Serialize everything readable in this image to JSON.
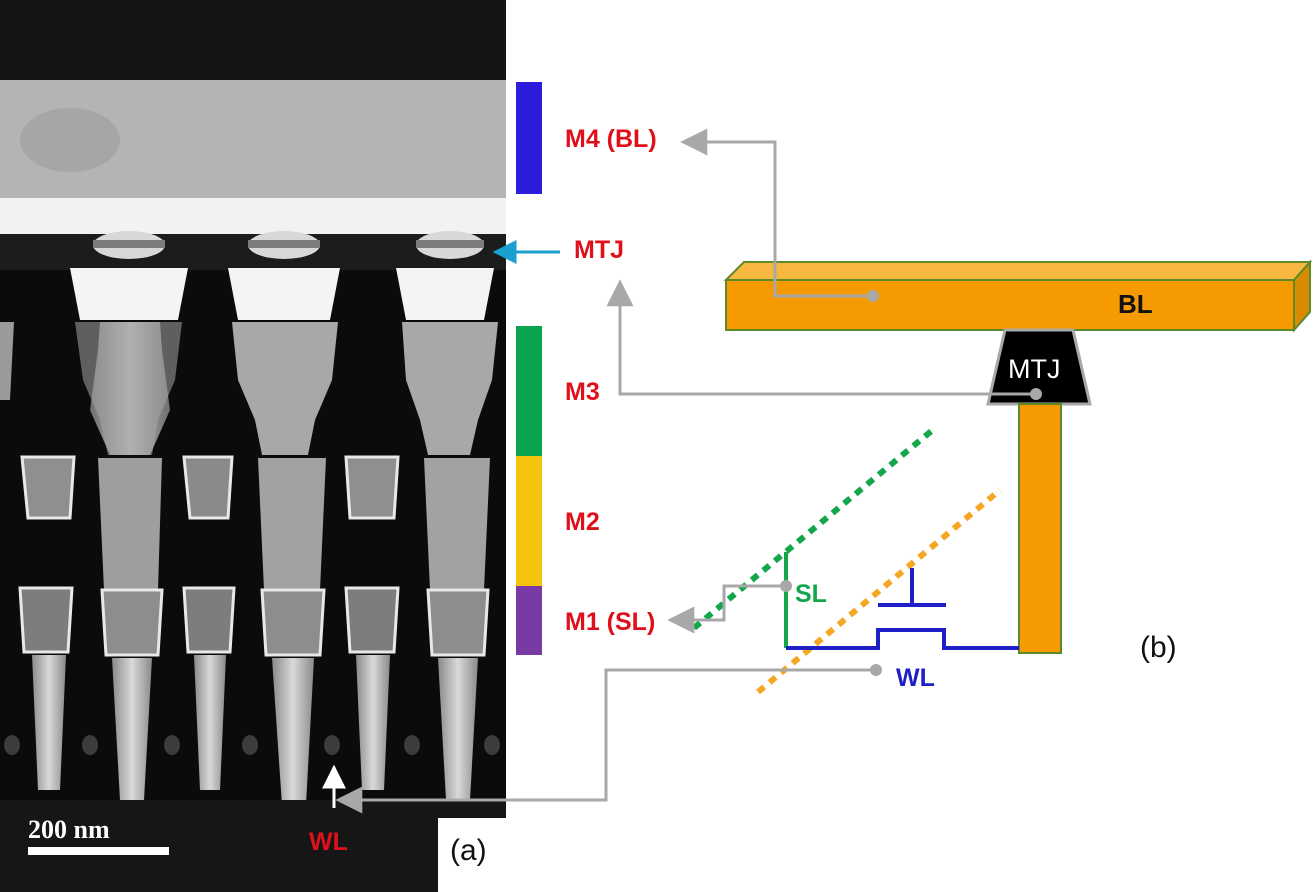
{
  "labels": {
    "m4": "M4 (BL)",
    "mtj_left": "MTJ",
    "m3": "M3",
    "m2": "M2",
    "m1": "M1 (SL)",
    "wl_tem": "WL",
    "scale": "200 nm",
    "panel_a": "(a)",
    "panel_b": "(b)",
    "bl": "BL",
    "mtj_right": "MTJ",
    "sl": "SL",
    "wl_schematic": "WL"
  },
  "colors": {
    "m4_bar": "#2b1ddb",
    "m3_bar": "#0aa350",
    "m2_bar": "#f5c20c",
    "m1_bar": "#7a3aa6",
    "orange": "#f59a00",
    "orange_edge": "#5d8a26",
    "green": "#14a64a",
    "blue": "#1f1fc8",
    "cyan_arrow": "#1aa0d0",
    "gray_arrow": "#a8a8a8",
    "red_text": "#e0101a"
  }
}
